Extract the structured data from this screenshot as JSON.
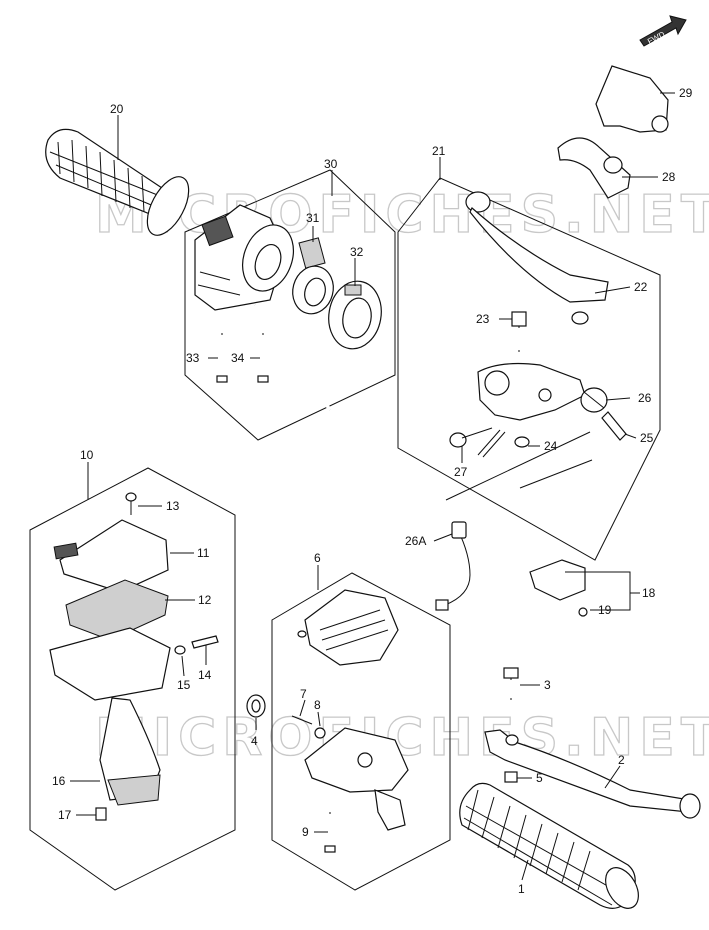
{
  "watermark": "MICROFICHES.NET",
  "fwd_label": "FWD",
  "labels": {
    "p1": "1",
    "p2": "2",
    "p3": "3",
    "p4": "4",
    "p5": "5",
    "p6": "6",
    "p7": "7",
    "p8": "8",
    "p9": "9",
    "p10": "10",
    "p11": "11",
    "p12": "12",
    "p13": "13",
    "p14": "14",
    "p15": "15",
    "p16": "16",
    "p17": "17",
    "p18": "18",
    "p19": "19",
    "p20": "20",
    "p21": "21",
    "p22": "22",
    "p23": "23",
    "p24": "24",
    "p25": "25",
    "p26": "26",
    "p26a": "26A",
    "p27": "27",
    "p28": "28",
    "p29": "29",
    "p30": "30",
    "p31": "31",
    "p32": "32",
    "p33": "33",
    "p34": "34"
  }
}
